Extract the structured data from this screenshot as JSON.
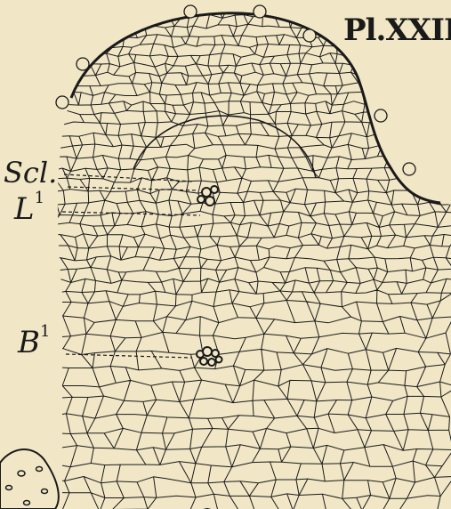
{
  "plate": {
    "title": "Pl.XXII."
  },
  "labels": {
    "scl": "Scl.",
    "l1_letter": "L",
    "l1_sup": "1",
    "b1_letter": "B",
    "b1_sup": "1"
  },
  "colors": {
    "background": "#f1e6c6",
    "ink": "#1a1a1a"
  }
}
